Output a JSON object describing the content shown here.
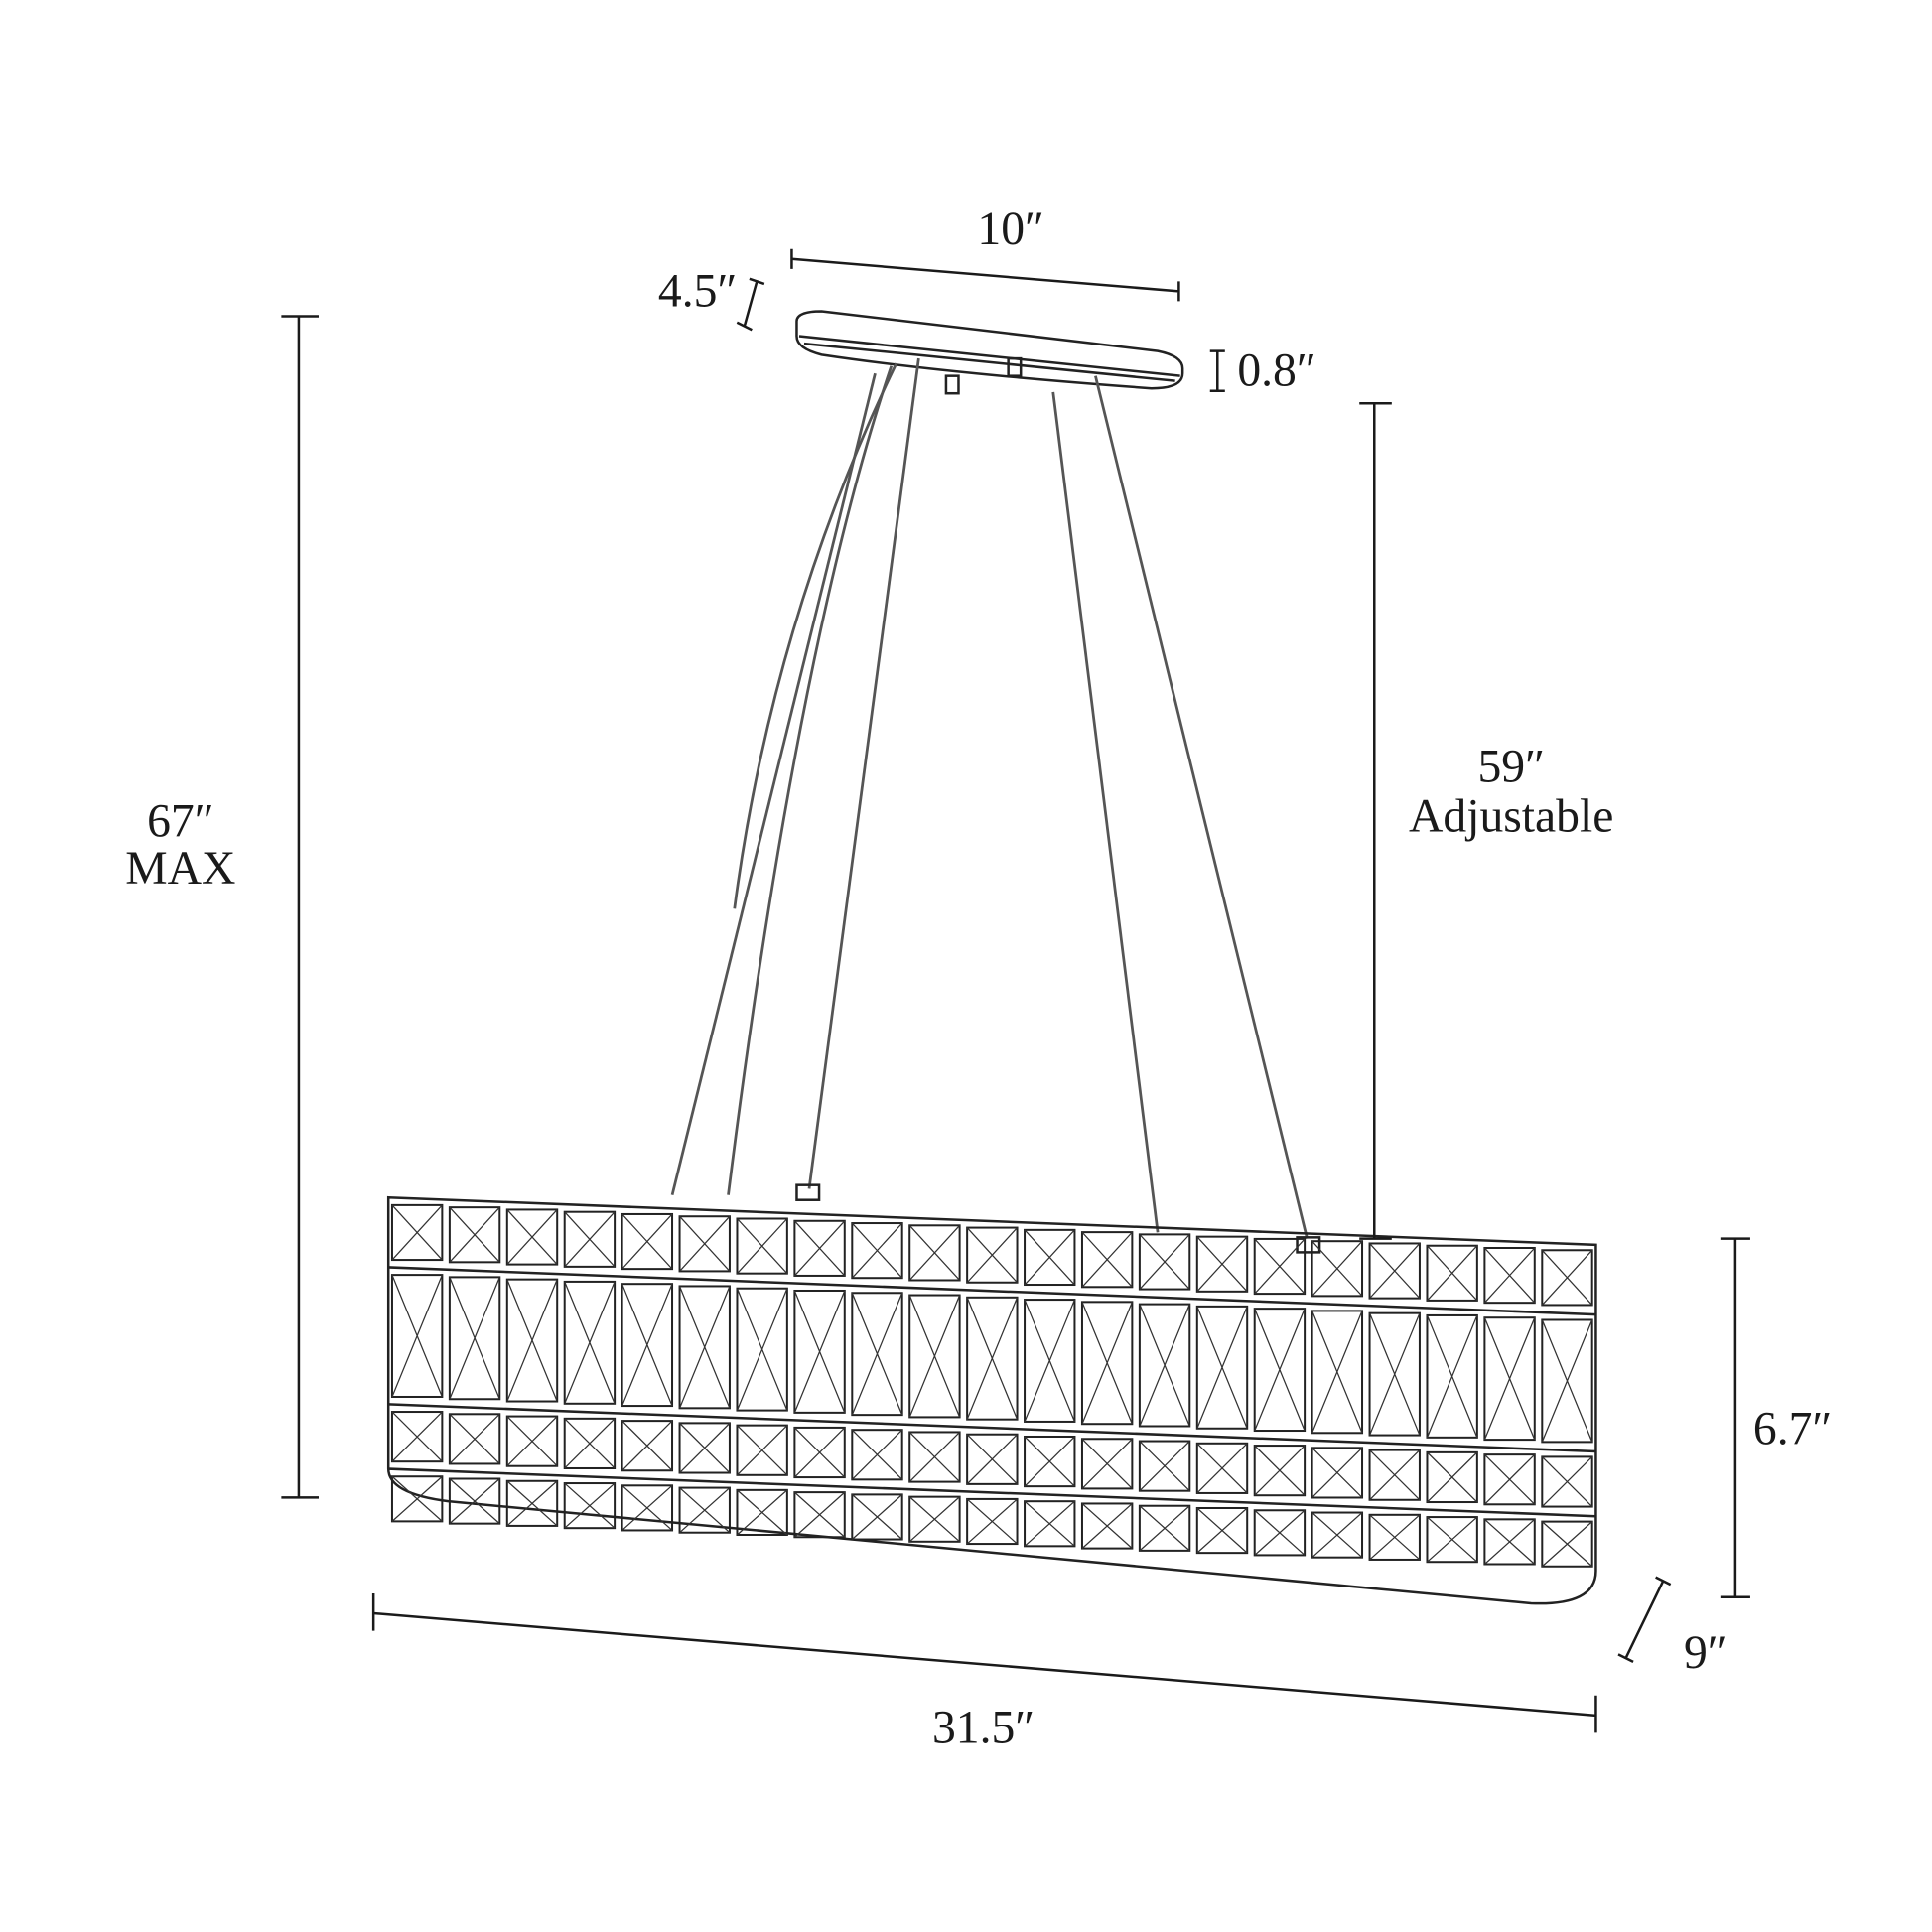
{
  "dimensions": {
    "canopy_width": "10″",
    "canopy_depth": "4.5″",
    "canopy_height": "0.8″",
    "cable_length": "59″",
    "cable_note": "Adjustable",
    "overall_height": "67″",
    "overall_note": "MAX",
    "body_height": "6.7″",
    "body_depth": "9″",
    "body_width": "31.5″"
  },
  "colors": {
    "line": "#1a1a1a",
    "wire": "#555555",
    "background": "#ffffff"
  }
}
